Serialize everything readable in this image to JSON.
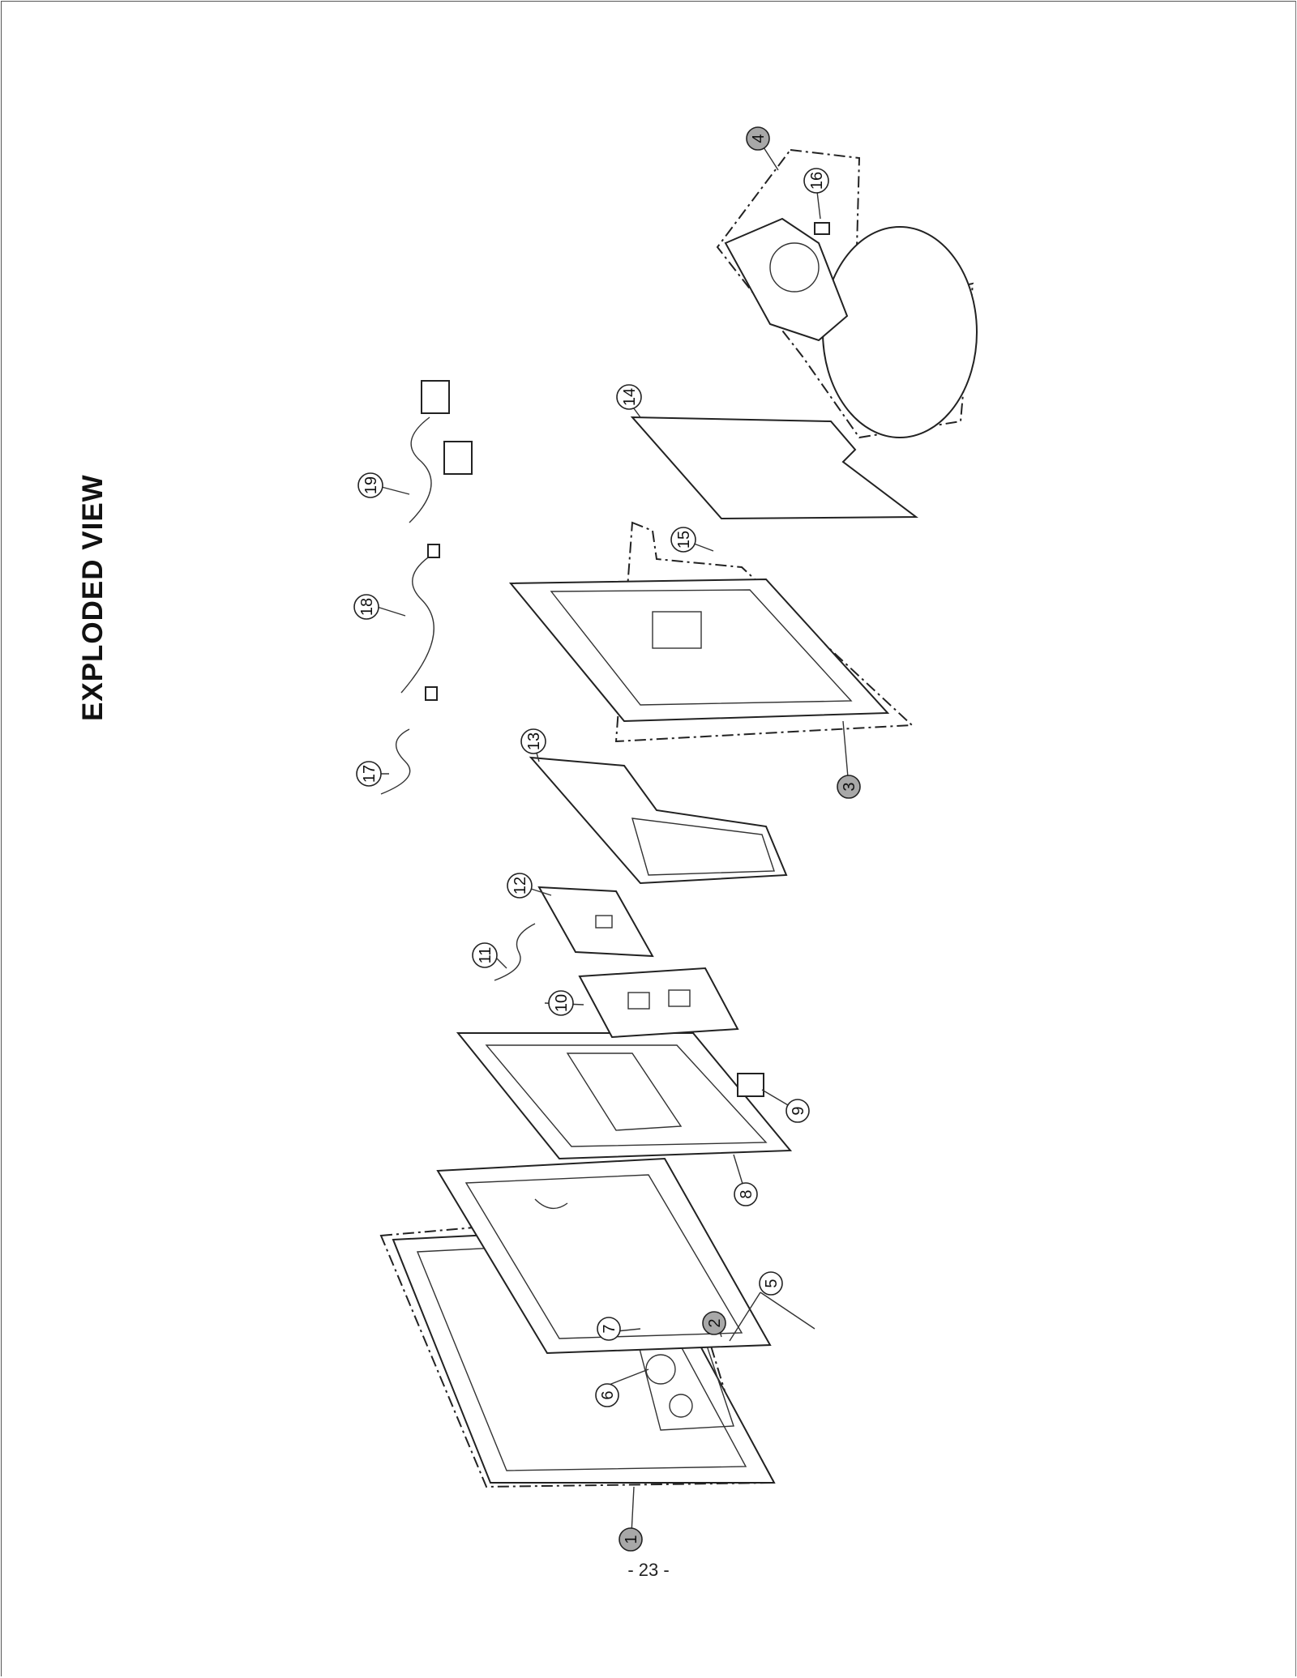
{
  "page": {
    "title": "EXPLODED VIEW",
    "page_number": "- 23 -"
  },
  "callouts": [
    {
      "id": "1",
      "label": "1",
      "shaded": true
    },
    {
      "id": "2",
      "label": "2",
      "shaded": true
    },
    {
      "id": "3",
      "label": "3",
      "shaded": true
    },
    {
      "id": "4",
      "label": "4",
      "shaded": true
    },
    {
      "id": "5",
      "label": "5",
      "shaded": false
    },
    {
      "id": "6",
      "label": "6",
      "shaded": false
    },
    {
      "id": "7",
      "label": "7",
      "shaded": false
    },
    {
      "id": "8",
      "label": "8",
      "shaded": false
    },
    {
      "id": "9",
      "label": "9",
      "shaded": false
    },
    {
      "id": "10",
      "label": "10",
      "shaded": false
    },
    {
      "id": "11",
      "label": "11",
      "shaded": false
    },
    {
      "id": "12",
      "label": "12",
      "shaded": false
    },
    {
      "id": "13",
      "label": "13",
      "shaded": false
    },
    {
      "id": "14",
      "label": "14",
      "shaded": false
    },
    {
      "id": "15",
      "label": "15",
      "shaded": false
    },
    {
      "id": "16",
      "label": "16",
      "shaded": false
    },
    {
      "id": "17",
      "label": "17",
      "shaded": false
    },
    {
      "id": "18",
      "label": "18",
      "shaded": false
    },
    {
      "id": "19",
      "label": "19",
      "shaded": false
    }
  ],
  "colors": {
    "line": "#222222",
    "shaded_callout": "#a8a8a8",
    "background": "#ffffff"
  }
}
